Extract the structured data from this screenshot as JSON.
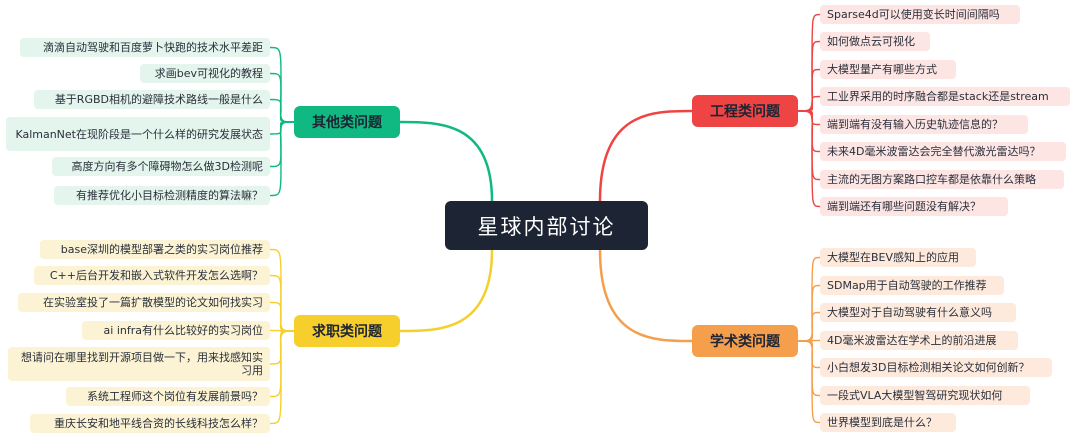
{
  "center": {
    "label": "星球内部讨论"
  },
  "colors": {
    "green": "#10b981",
    "yellow": "#f6cf2d",
    "red": "#ef4444",
    "orange": "#f59f4c",
    "center_bg": "#1d2433"
  },
  "branches": {
    "other": {
      "label": "其他类问题",
      "items": [
        "滴滴自动驾驶和百度萝卜快跑的技术水平差距",
        "求画bev可视化的教程",
        "基于RGBD相机的避障技术路线一般是什么",
        "KalmanNet在现阶段是一个什么样的研究发展状态",
        "高度方向有多个障碍物怎么做3D检测呢",
        "有推荐优化小目标检测精度的算法嘛？"
      ]
    },
    "job": {
      "label": "求职类问题",
      "items": [
        "base深圳的模型部署之类的实习岗位推荐",
        "C++后台开发和嵌入式软件开发怎么选啊？",
        "在实验室投了一篇扩散模型的论文如何找实习",
        "ai infra有什么比较好的实习岗位",
        "想请问在哪里找到开源项目做一下，用来找感知实习用",
        "系统工程师这个岗位有发展前景吗？",
        "重庆长安和地平线合资的长线科技怎么样？"
      ]
    },
    "engineering": {
      "label": "工程类问题",
      "items": [
        "Sparse4d可以使用变长时间间隔吗",
        "如何做点云可视化",
        "大模型量产有哪些方式",
        "工业界采用的时序融合都是stack还是stream",
        "端到端有没有输入历史轨迹信息的？",
        "未来4D毫米波雷达会完全替代激光雷达吗？",
        "主流的无图方案路口控车都是依靠什么策略",
        "端到端还有哪些问题没有解决？"
      ]
    },
    "academic": {
      "label": "学术类问题",
      "items": [
        "大模型在BEV感知上的应用",
        "SDMap用于自动驾驶的工作推荐",
        "大模型对于自动驾驶有什么意义吗",
        "4D毫米波雷达在学术上的前沿进展",
        "小白想发3D目标检测相关论文如何创新？",
        "一段式VLA大模型智驾研究现状如何",
        "世界模型到底是什么？"
      ]
    }
  }
}
